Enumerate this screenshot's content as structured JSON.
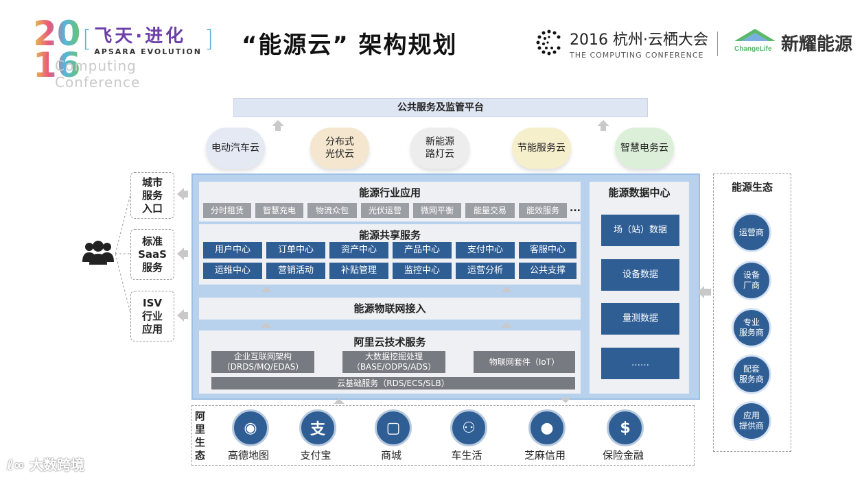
{
  "header": {
    "year_top": "20",
    "year_bottom": "16",
    "logo_sub_1": "Computing",
    "logo_sub_2": "Conference",
    "apsara_zh": "飞天·进化",
    "apsara_en": "APSARA EVOLUTION",
    "title": "“能源云”  架构规划",
    "conf_title": "2016 杭州·云栖大会",
    "conf_sub": "THE COMPUTING CONFERENCE",
    "changelife_mark": "ChangeLife",
    "changelife_name": "新耀能源"
  },
  "platform": {
    "label": "公共服务及监管平台"
  },
  "clouds": [
    {
      "label": "电动汽车云",
      "color": "#e4e9f4"
    },
    {
      "label": "分布式\n光伏云",
      "color": "#f5e7cf"
    },
    {
      "label": "新能源\n路灯云",
      "color": "#ededed"
    },
    {
      "label": "节能服务云",
      "color": "#f6efcc"
    },
    {
      "label": "智慧电务云",
      "color": "#dcefd9"
    }
  ],
  "industry_apps": {
    "title": "能源行业应用",
    "items": [
      "分时租赁",
      "智慧充电",
      "物流众包",
      "光伏运营",
      "微网平衡",
      "能量交易",
      "能效服务"
    ],
    "more": "..."
  },
  "shared_services": {
    "title": "能源共享服务",
    "row1": [
      "用户中心",
      "订单中心",
      "资产中心",
      "产品中心",
      "支付中心",
      "客服中心"
    ],
    "row2": [
      "运维中心",
      "营销活动",
      "补贴管理",
      "监控中心",
      "运营分析",
      "公共支撑"
    ]
  },
  "iot_access": {
    "title": "能源物联网接入"
  },
  "ali_tech": {
    "title": "阿里云技术服务",
    "items": [
      "企业互联网架构\n（DRDS/MQ/EDAS）",
      "大数据挖掘处理\n（BASE/ODPS/ADS）",
      "物联网套件（IoT）"
    ],
    "base": "云基础服务（RDS/ECS/SLB）"
  },
  "data_center": {
    "title": "能源数据中心",
    "items": [
      "场（站）数据",
      "设备数据",
      "量测数据",
      "……"
    ]
  },
  "entries": [
    {
      "label": "城市\n服务\n入口"
    },
    {
      "label": "标准\nSaaS\n服务"
    },
    {
      "label": "ISV\n行业\n应用"
    }
  ],
  "ecosystem": {
    "title": "能源生态",
    "items": [
      "运营商",
      "设备\n厂商",
      "专业\n服务商",
      "配套\n服务商",
      "应用\n提供商"
    ]
  },
  "ali_eco": {
    "label": "阿\n里\n生\n态",
    "items": [
      {
        "name": "高德地图",
        "icon": "map-pin-icon",
        "glyph": "◉"
      },
      {
        "name": "支付宝",
        "icon": "alipay-icon",
        "glyph": "支"
      },
      {
        "name": "商城",
        "icon": "shopping-cup-icon",
        "glyph": "▢"
      },
      {
        "name": "车生活",
        "icon": "network-icon",
        "glyph": "⚇"
      },
      {
        "name": "芝麻信用",
        "icon": "drop-icon",
        "glyph": "●"
      },
      {
        "name": "保险金融",
        "icon": "dollar-icon",
        "glyph": "$"
      }
    ]
  },
  "watermark": "大数跨境"
}
